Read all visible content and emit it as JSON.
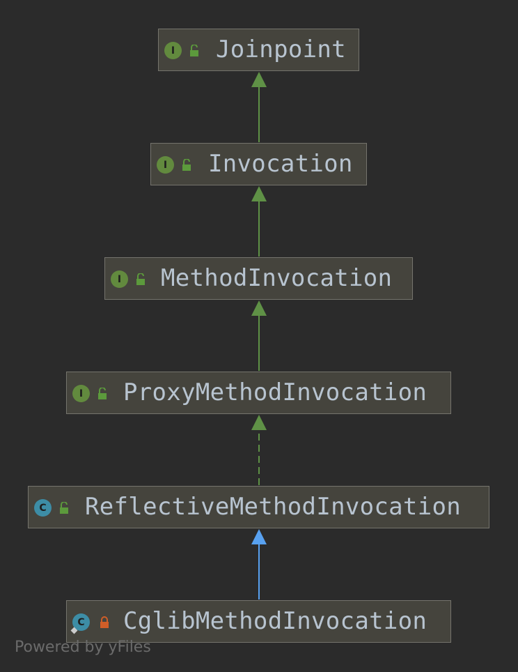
{
  "colors": {
    "background": "#2b2b2b",
    "node_fill": "#45443d",
    "node_border": "#75746d",
    "text": "#b8c4d0",
    "interface_badge": "#628a3e",
    "class_badge": "#3d8da6",
    "public_lock": "#5c9a3c",
    "private_lock": "#d05e28",
    "extends_edge": "#5f9146",
    "implements_edge": "#5f9146",
    "class_extends_edge": "#58a1f0"
  },
  "nodes": [
    {
      "id": "joinpoint",
      "name": "Joinpoint",
      "kind_badge": "I",
      "kind": "interface",
      "access": "public"
    },
    {
      "id": "invocation",
      "name": "Invocation",
      "kind_badge": "I",
      "kind": "interface",
      "access": "public"
    },
    {
      "id": "method-invocation",
      "name": "MethodInvocation",
      "kind_badge": "I",
      "kind": "interface",
      "access": "public"
    },
    {
      "id": "proxy-method-invocation",
      "name": "ProxyMethodInvocation",
      "kind_badge": "I",
      "kind": "interface",
      "access": "public"
    },
    {
      "id": "reflective-method-invocation",
      "name": "ReflectiveMethodInvocation",
      "kind_badge": "C",
      "kind": "class",
      "access": "public"
    },
    {
      "id": "cglib-method-invocation",
      "name": "CglibMethodInvocation",
      "kind_badge": "C",
      "kind": "class",
      "access": "private"
    }
  ],
  "edges": [
    {
      "from": "invocation",
      "to": "joinpoint",
      "style": "solid",
      "color": "#5f9146"
    },
    {
      "from": "method-invocation",
      "to": "invocation",
      "style": "solid",
      "color": "#5f9146"
    },
    {
      "from": "proxy-method-invocation",
      "to": "method-invocation",
      "style": "solid",
      "color": "#5f9146"
    },
    {
      "from": "reflective-method-invocation",
      "to": "proxy-method-invocation",
      "style": "dashed",
      "color": "#5f9146"
    },
    {
      "from": "cglib-method-invocation",
      "to": "reflective-method-invocation",
      "style": "solid",
      "color": "#58a1f0"
    }
  ],
  "footer": {
    "text": "Powered by yFiles"
  }
}
